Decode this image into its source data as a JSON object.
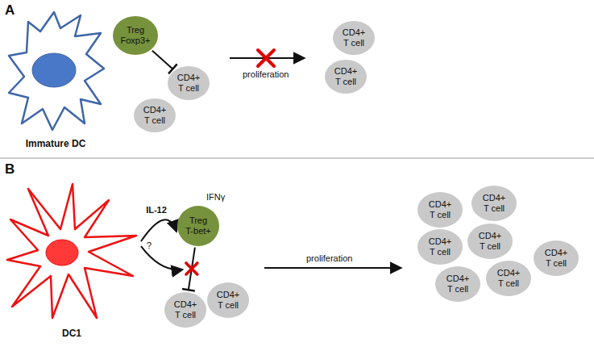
{
  "diagram": {
    "nodes": [
      {
        "text": [
          "Immature DC"
        ]
      },
      {
        "text": [
          "Treg",
          "Foxp3+"
        ]
      },
      {
        "text": [
          "CD4+ T cell"
        ]
      },
      {
        "text": [
          "CD4+ T cell"
        ]
      },
      {
        "text": [
          "CD4+ T cell"
        ]
      },
      {
        "text": [
          "CD4+ T cell"
        ]
      },
      {
        "text": [
          "DC1"
        ]
      },
      {
        "text": [
          "Treg",
          "T-bet+"
        ]
      },
      {
        "text": [
          "CD4+ T cell"
        ]
      },
      {
        "text": [
          "CD4+ T cell"
        ]
      },
      {
        "text": [
          "CD4+ T cell"
        ]
      },
      {
        "text": [
          "CD4+ T cell"
        ]
      },
      {
        "text": [
          "CD4+ T cell"
        ]
      },
      {
        "text": [
          "CD4+ T cell"
        ]
      },
      {
        "text": [
          "CD4+ T cell"
        ]
      },
      {
        "text": [
          "CD4+ T cell"
        ]
      },
      {
        "text": [
          "CD4+ T cell"
        ]
      }
    ],
    "edges": [
      {
        "from": 1,
        "to": 2,
        "arrow": "to"
      },
      {
        "from": 6,
        "to": 7,
        "label": "IL-12",
        "arrow": "to"
      },
      {
        "from": 7,
        "to": 8,
        "arrow": "to"
      }
    ],
    "labels": [
      "A",
      "proliferation",
      "B",
      "IFNγ",
      "?",
      "proliferation"
    ]
  }
}
